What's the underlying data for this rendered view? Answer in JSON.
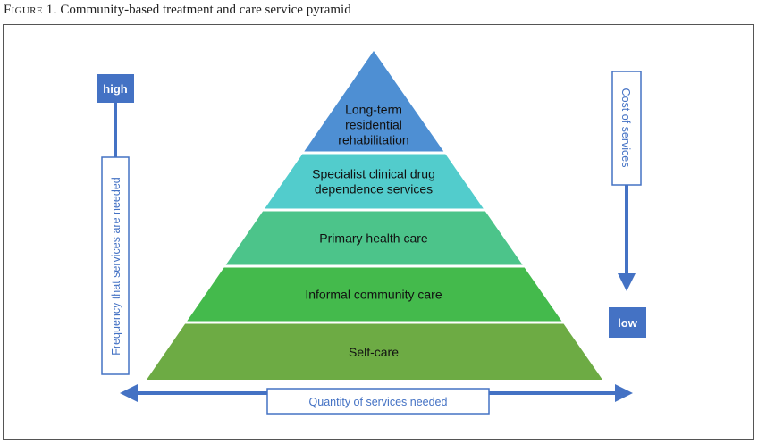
{
  "caption": {
    "label": "Figure 1.",
    "title": "Community-based treatment and care service pyramid"
  },
  "pyramid": {
    "levels": [
      {
        "lines": [
          "Long-term",
          "residential",
          "rehabilitation"
        ],
        "color": "#4e8fd3"
      },
      {
        "lines": [
          "Specialist clinical drug",
          "dependence services"
        ],
        "color": "#52cccc"
      },
      {
        "lines": [
          "Primary health care"
        ],
        "color": "#4cc48a"
      },
      {
        "lines": [
          "Informal community care"
        ],
        "color": "#44ba4c"
      },
      {
        "lines": [
          "Self-care"
        ],
        "color": "#6dab44"
      }
    ]
  },
  "left_axis": {
    "top_label": "high",
    "label": "Frequency that services are needed"
  },
  "right_axis": {
    "label": "Cost of services",
    "bottom_label": "low"
  },
  "bottom_axis": {
    "label": "Quantity of services needed"
  },
  "colors": {
    "accent": "#4472c4",
    "label_text": "#4472c4",
    "box_fill": "#4472c4",
    "box_text": "#ffffff"
  }
}
